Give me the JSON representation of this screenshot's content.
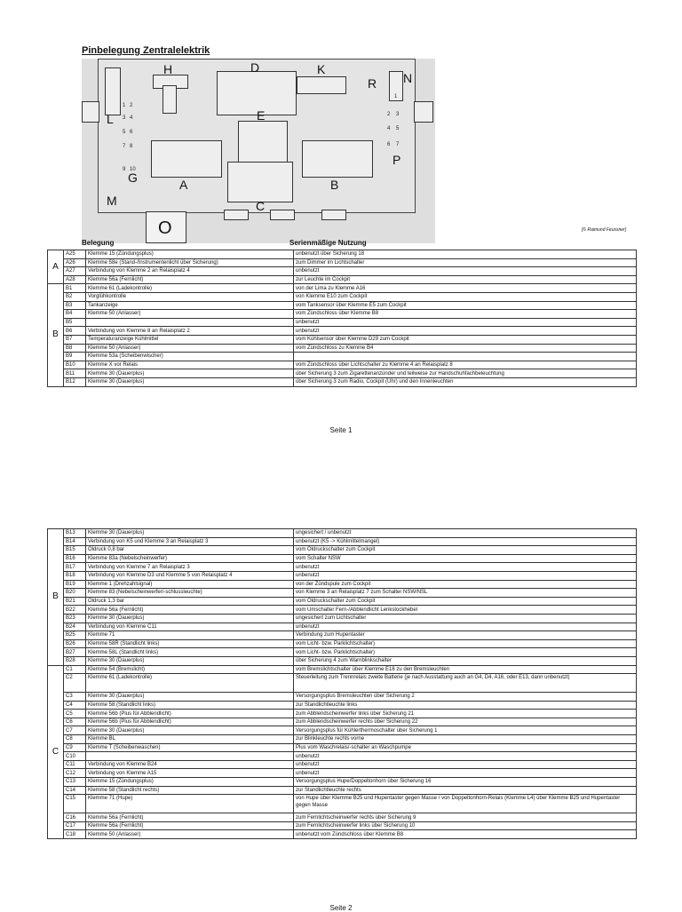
{
  "doc": {
    "title": "Pinbelegung Zentralelektrik",
    "copyright": "[© Raimund Feussner]",
    "col_belegung": "Belegung",
    "col_serie": "Serienmäßige Nutzung",
    "page1_label": "Seite 1",
    "page2_label": "Seite 2"
  },
  "diagram": {
    "labels": [
      "D",
      "K",
      "H",
      "E",
      "R",
      "N",
      "L",
      "G",
      "M",
      "A",
      "B",
      "C",
      "P",
      "O"
    ],
    "pin_numbers_left": [
      "1",
      "2",
      "3",
      "4",
      "5",
      "6",
      "7",
      "8",
      "9",
      "10"
    ],
    "pin_numbers_right": [
      "2",
      "3",
      "4",
      "5",
      "6",
      "7"
    ],
    "relay_top_right": "1"
  },
  "table1": {
    "groups": [
      {
        "letter": "A",
        "rows": [
          [
            "A25",
            "Klemme 15 (Zündungsplus)",
            "unbenutzt über Sicherung 18"
          ],
          [
            "A26",
            "Klemme 58e (Stand-/Instrumentenlicht über Sicherung)",
            "zum Dimmer im Lichtschalter"
          ],
          [
            "A27",
            "Verbindung von Klemme 2 an Relaisplatz 4",
            "unbenutzt"
          ],
          [
            "A28",
            "Klemme 56a (Fernlicht)",
            "zur Leuchte im Cockpit"
          ]
        ]
      },
      {
        "letter": "B",
        "rows": [
          [
            "B1",
            "Klemme 61 (Ladekontrolle)",
            "von der Lima zu Klemme A16"
          ],
          [
            "B2",
            "Vorglühkontrolle",
            "von Klemme E10 zum Cockpit"
          ],
          [
            "B3",
            "Tankanzeige",
            "vom Tanksensor über Klemme E5 zum Cockpit"
          ],
          [
            "B4",
            "Klemme 50 (Anlasser)",
            "vom Zündschloss über Klemme B8"
          ],
          [
            "B5",
            "",
            "unbenutzt"
          ],
          [
            "B6",
            "Verbindung von Klemme 8 an Relaisplatz 2",
            "unbenutzt"
          ],
          [
            "B7",
            "Temperaturanzeige Kühlmittel",
            "vom Kühlsensor über Klemme D29 zum Cockpit"
          ],
          [
            "B8",
            "Klemme 50 (Anlasser)",
            "vom Zündschloss zu Klemme B4"
          ],
          [
            "B9",
            "Klemme 53a (Scheibenwischer)",
            ""
          ],
          [
            "B10",
            "Klemme X vor Relais",
            "vom Zündschloss über Lichtschalter zu Klemme 4 an Relaisplatz 8"
          ],
          [
            "B11",
            "Klemme 30 (Dauerplus)",
            "über Sicherung 3 zum Zigarettenanzünder und teilweise zur Handschuhfachbeleuchtung"
          ],
          [
            "B12",
            "Klemme 30 (Dauerplus)",
            "über Sicherung 3 zum Radio, Cockpit (Uhr) und den Innenleuchten"
          ]
        ]
      }
    ]
  },
  "table2": {
    "groups": [
      {
        "letter": "B",
        "rows": [
          [
            "B13",
            "Klemme 30 (Dauerplus)",
            "ungesichert / unbenutzt"
          ],
          [
            "B14",
            "Verbindung von K5 und Klemme 3 an Relaisplatz 3",
            "unbenutzt (K5 -> Kühlmittelmangel)"
          ],
          [
            "B15",
            "Öldruck 0,8 bar",
            "vom Öldruckschalter zum Cockpit"
          ],
          [
            "B16",
            "Klemme 83a (Nebelscheinwerfer)",
            "vom Schalter NSW"
          ],
          [
            "B17",
            "Verbindung von Klemme 7 an Relaisplatz 3",
            "unbenutzt"
          ],
          [
            "B18",
            "Verbindung von Klemme D3 und Klemme 5 von Relaisplatz 4",
            "unbenutzt"
          ],
          [
            "B19",
            "Klemme 1 (Drehzahlsignal)",
            "von der Zündspule zum Cockpit"
          ],
          [
            "B20",
            "Klemme 83 (Nebelscheinwerfer/-schlussleuchte)",
            "von Klemme 3 an Relaisplatz 7 zum Schalter NSW/NSL"
          ],
          [
            "B21",
            "Öldruck 1,3 bar",
            "vom Öldruckschalter zum Cockpit"
          ],
          [
            "B22",
            "Klemme 56a (Fernlicht)",
            "vom Umschalter Fern-/Abblendlicht Lenkstockhebel"
          ],
          [
            "B23",
            "Klemme 30 (Dauerplus)",
            "ungesichert zum Lichtschalter"
          ],
          [
            "B24",
            "Verbindung von Klemme C11",
            "unbenutzt"
          ],
          [
            "B25",
            "Klemme 71",
            "Verbindung zum Hupentaster"
          ],
          [
            "B26",
            "Klemme 58R (Standlicht links)",
            "vom Licht- bzw. Parklichtschalter)"
          ],
          [
            "B27",
            "Klemme 58L (Standlicht links)",
            "vom Licht- bzw. Parklichtschalter)"
          ],
          [
            "B28",
            "Klemme 30 (Dauerplus)",
            "über Sicherung 4 zum Warnblinkschalter"
          ]
        ]
      },
      {
        "letter": "C",
        "rows": [
          [
            "C1",
            "Klemme 54 (Bremslicht)",
            "vom Bremslichtschalter über Klemme E16 zu den Bremsleuchten"
          ],
          [
            "C2",
            "Klemme 61 (Ladekontrolle)",
            "Steuerleitung zum Trennrelais zweite Batterie (je nach Ausstattung auch an G4, D4, A16, oder E13, dann unbenutzt)",
            "tall"
          ],
          [
            "C3",
            "Klemme 30 (Dauerplus)",
            "Versorgungsplus Bremsleuchten über Sicherung 2"
          ],
          [
            "C4",
            "Klemme 58 (Standlicht links)",
            "zur Standlichtleuchte links"
          ],
          [
            "C5",
            "Klemme 56b (Plus für Abblendlicht)",
            "zum Abblendscheinwerfer links über Sicherung 21"
          ],
          [
            "C6",
            "Klemme 56b (Plus für Abblendlicht)",
            "zum Abblendscheinwerfer rechts über Sicherung 22"
          ],
          [
            "C7",
            "Klemme 30 (Dauerplus)",
            "Versorgungsplus für Kühlerthermoschalter über Sicherung 1"
          ],
          [
            "C8",
            "Klemme BL",
            "zur Blinkleuchte rechts vorne"
          ],
          [
            "C9",
            "Klemme T (Scheibenwaschen)",
            "Plus vom Waschrelais/-schalter an Waschpumpe"
          ],
          [
            "C10",
            "",
            "unbenutzt"
          ],
          [
            "C11",
            "Verbindung von Klemme B24",
            "unbenutzt"
          ],
          [
            "C12",
            "Verbindung von Klemme A15",
            "unbenutzt"
          ],
          [
            "C13",
            "Klemme 15 (Zündungsplus)",
            "Versorgungsplus Hupe/Doppeltonhorn über Sicherung 16"
          ],
          [
            "C14",
            "Klemme 58 (Standlicht rechts)",
            "zur Standlichtleuchte rechts"
          ],
          [
            "C15",
            "Klemme 71 (Hupe)",
            "von Hupe über Klemme B25 und Hupentaster gegen Masse / von Doppeltonhorn-Relais (Klemme L4) über Klemme B25 und Hupentaster gegen Masse",
            "tall"
          ],
          [
            "C16",
            "Klemme 56a (Fernlicht)",
            "zum Fernlichtscheinwerfer rechts über Sicherung 9"
          ],
          [
            "C17",
            "Klemme 56a (Fernlicht)",
            "zum Fernlichtscheinwerfer links über Sicherung 10"
          ],
          [
            "C18",
            "Klemme 50 (Anlasser)",
            "unbenutzt vom Zündschloss über Klemme B8"
          ]
        ]
      }
    ]
  }
}
